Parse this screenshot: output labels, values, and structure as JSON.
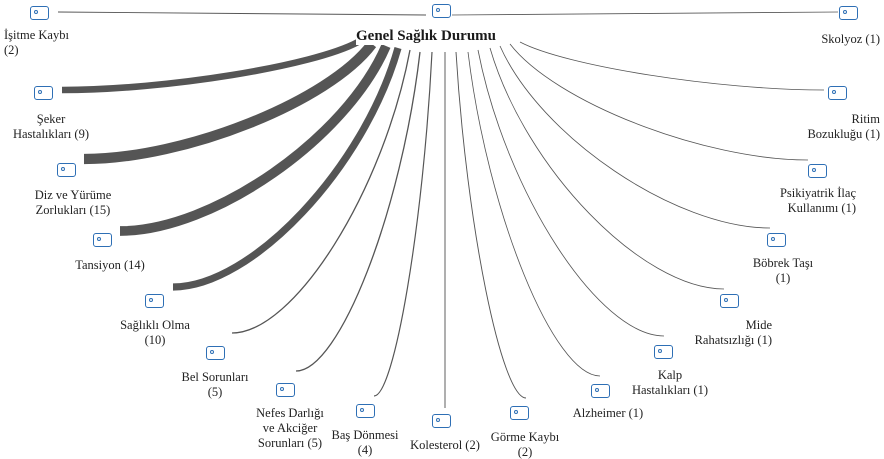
{
  "title": "Genel Sağlık Durumu",
  "colors": {
    "icon": "#2e6fb5",
    "link": "#555555"
  },
  "icon_name": "code-icon",
  "nodes": [
    {
      "label": "İşitme Kaybı\n(2)",
      "count": 2
    },
    {
      "label": "Şeker\nHastalıkları (9)",
      "count": 9
    },
    {
      "label": "Diz ve Yürüme\nZorlukları (15)",
      "count": 15
    },
    {
      "label": "Tansiyon (14)",
      "count": 14
    },
    {
      "label": "Sağlıklı Olma\n(10)",
      "count": 10
    },
    {
      "label": "Bel Sorunları\n(5)",
      "count": 5
    },
    {
      "label": "Nefes Darlığı\nve Akciğer\nSorunları (5)",
      "count": 5
    },
    {
      "label": "Baş Dönmesi\n(4)",
      "count": 4
    },
    {
      "label": "Kolesterol (2)",
      "count": 2
    },
    {
      "label": "Görme Kaybı\n(2)",
      "count": 2
    },
    {
      "label": "Alzheimer (1)",
      "count": 1
    },
    {
      "label": "Kalp\nHastalıkları (1)",
      "count": 1
    },
    {
      "label": "Mide\nRahatsızlığı (1)",
      "count": 1
    },
    {
      "label": "Böbrek Taşı\n(1)",
      "count": 1
    },
    {
      "label": "Psikiyatrik İlaç\nKullanımı (1)",
      "count": 1
    },
    {
      "label": "Ritim\nBozukluğu (1)",
      "count": 1
    },
    {
      "label": "Skolyoz (1)",
      "count": 1
    }
  ]
}
